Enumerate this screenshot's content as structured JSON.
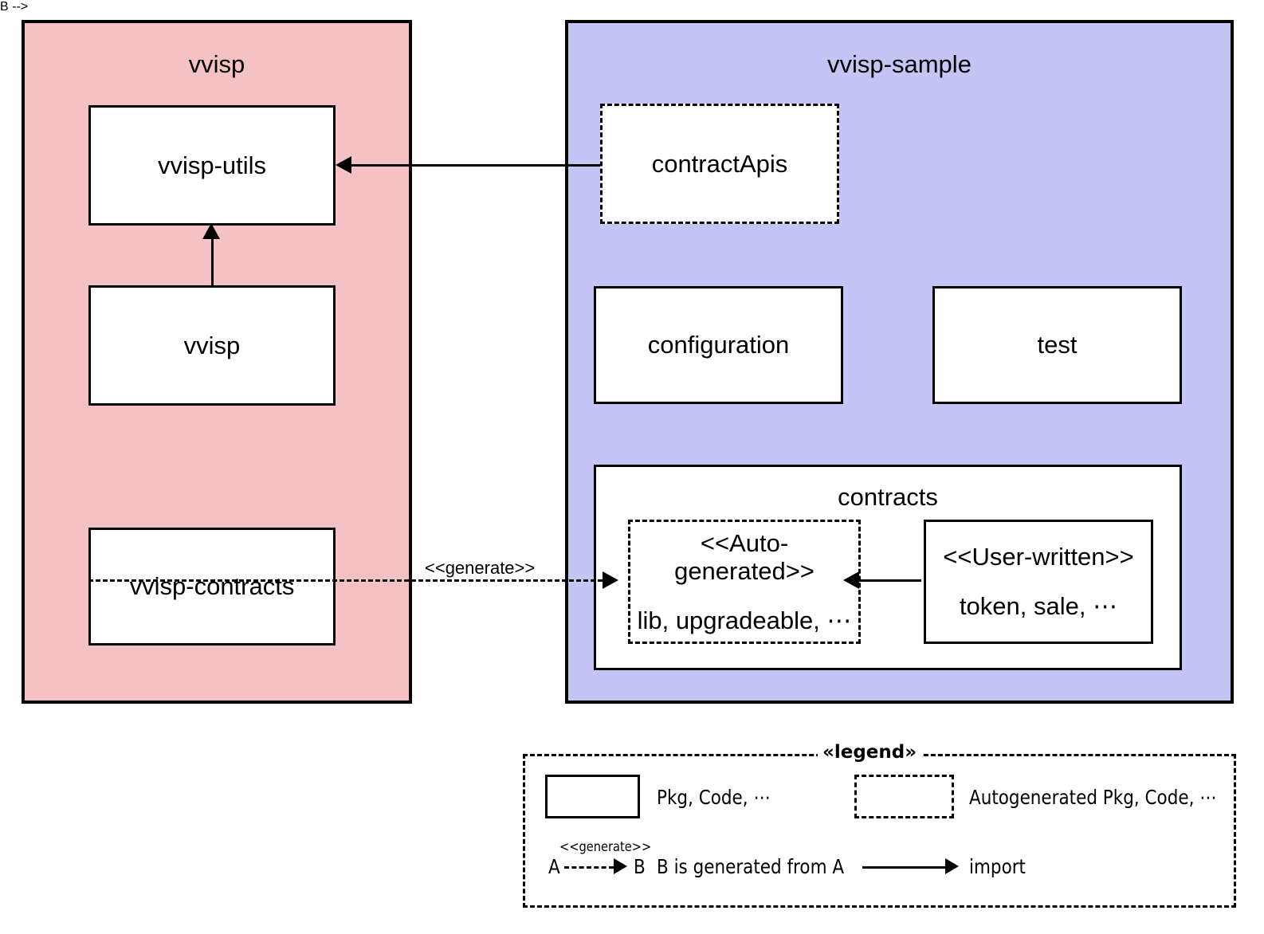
{
  "diagram": {
    "packages": [
      {
        "id": "vvisp",
        "title": "vvisp",
        "color": "#f4c2c4"
      },
      {
        "id": "vvisp-sample",
        "title": "vvisp-sample",
        "color": "#c5c5f5"
      }
    ],
    "nodes": [
      {
        "id": "vvisp-utils",
        "label": "vvisp-utils",
        "style": "solid",
        "package": "vvisp"
      },
      {
        "id": "vvisp-core",
        "label": "vvisp",
        "style": "solid",
        "package": "vvisp"
      },
      {
        "id": "vvisp-contracts",
        "label": "vvisp-contracts",
        "style": "solid",
        "package": "vvisp"
      },
      {
        "id": "contractApis",
        "label": "contractApis",
        "style": "dashed",
        "package": "vvisp-sample"
      },
      {
        "id": "configuration",
        "label": "configuration",
        "style": "solid",
        "package": "vvisp-sample"
      },
      {
        "id": "test",
        "label": "test",
        "style": "solid",
        "package": "vvisp-sample"
      },
      {
        "id": "contracts",
        "label": "contracts",
        "style": "solid",
        "package": "vvisp-sample"
      },
      {
        "id": "auto-generated",
        "label_top": "<<Auto-generated>>",
        "label_bottom": "lib, upgradeable, ⋯",
        "style": "dashed",
        "package": "contracts"
      },
      {
        "id": "user-written",
        "label_top": "<<User-written>>",
        "label_bottom": "token, sale, ⋯",
        "style": "solid",
        "package": "contracts"
      }
    ],
    "edges": [
      {
        "from": "contractApis",
        "to": "vvisp-utils",
        "type": "import",
        "label": ""
      },
      {
        "from": "vvisp-core",
        "to": "vvisp-utils",
        "type": "import",
        "label": ""
      },
      {
        "from": "vvisp-contracts",
        "to": "auto-generated",
        "type": "generate",
        "label": "<<generate>>"
      },
      {
        "from": "user-written",
        "to": "auto-generated",
        "type": "import",
        "label": ""
      }
    ]
  },
  "legend": {
    "title": "«legend»",
    "items": [
      {
        "swatch": "solid-box",
        "text": "Pkg, Code, ⋯"
      },
      {
        "swatch": "dashed-box",
        "text": "Autogenerated Pkg, Code, ⋯"
      },
      {
        "swatch": "dashed-arrow",
        "from": "A",
        "to": "B",
        "stereotype": "<<generate>>",
        "text": "B is generated from A"
      },
      {
        "swatch": "solid-arrow",
        "text": "import"
      }
    ]
  }
}
